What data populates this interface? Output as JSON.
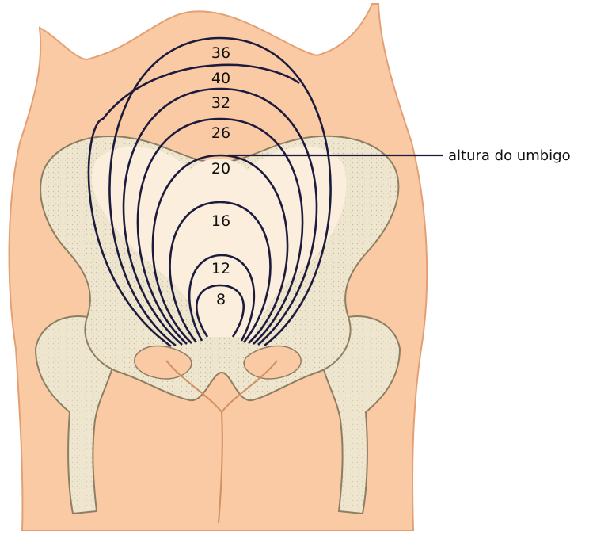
{
  "diagram": {
    "labels": {
      "umbilicus": "altura do umbigo"
    },
    "fundal_heights": [
      {
        "weeks": "36"
      },
      {
        "weeks": "40"
      },
      {
        "weeks": "32"
      },
      {
        "weeks": "26"
      },
      {
        "weeks": "20"
      },
      {
        "weeks": "16"
      },
      {
        "weeks": "12"
      },
      {
        "weeks": "8"
      }
    ],
    "colors": {
      "skin": "#f9caa3",
      "skin_outline": "#e4a074",
      "bone": "#efe6cf",
      "bone_shade": "#b3a385",
      "uterus_area": "#fbeedd",
      "arc_line": "#1c1a3d",
      "label_text": "#111111"
    }
  }
}
